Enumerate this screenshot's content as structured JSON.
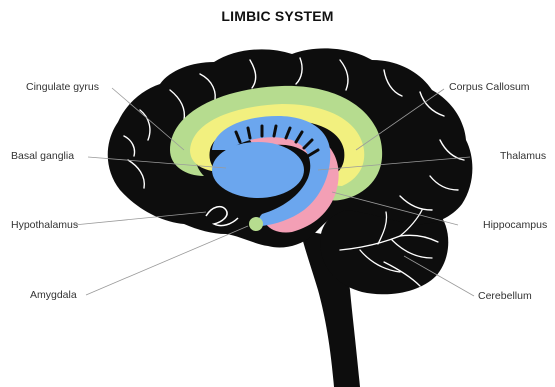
{
  "title": "LIMBIC SYSTEM",
  "labels": {
    "cingulate_gyrus": "Cingulate gyrus",
    "basal_ganglia": "Basal ganglia",
    "hypothalamus": "Hypothalamus",
    "amygdala": "Amygdala",
    "corpus_callosum": "Corpus Callosum",
    "thalamus": "Thalamus",
    "hippocampus": "Hippocampus",
    "cerebellum": "Cerebellum"
  },
  "colors": {
    "brain": "#0d0d0d",
    "cingulate_gyrus": "#b6dc8f",
    "corpus_callosum": "#f2f07f",
    "basal_ganglia": "#6ba6ee",
    "hippocampus": "#f39fb5",
    "amygdala": "#b6dc8f",
    "leader_line": "#9a9a9a"
  }
}
